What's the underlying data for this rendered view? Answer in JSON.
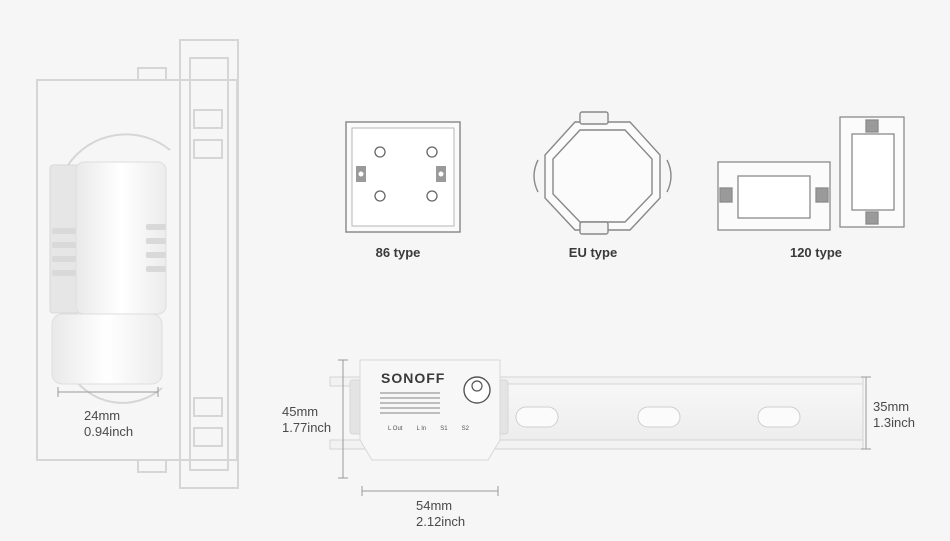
{
  "box_types": {
    "type_86": "86 type",
    "type_eu": "EU type",
    "type_120": "120 type"
  },
  "dimensions": {
    "depth_mm": "24mm",
    "depth_inch": "0.94inch",
    "height_mm": "45mm",
    "height_inch": "1.77inch",
    "width_mm": "54mm",
    "width_inch": "2.12inch",
    "rail_mm": "35mm",
    "rail_inch": "1.3inch"
  },
  "device": {
    "brand": "SONOFF",
    "terminal_labels": [
      "L Out",
      "L In",
      "S1",
      "S2"
    ]
  },
  "colors": {
    "line": "#cfcfcf",
    "device_body": "#f2f2f2",
    "text": "#4a4a4a"
  }
}
